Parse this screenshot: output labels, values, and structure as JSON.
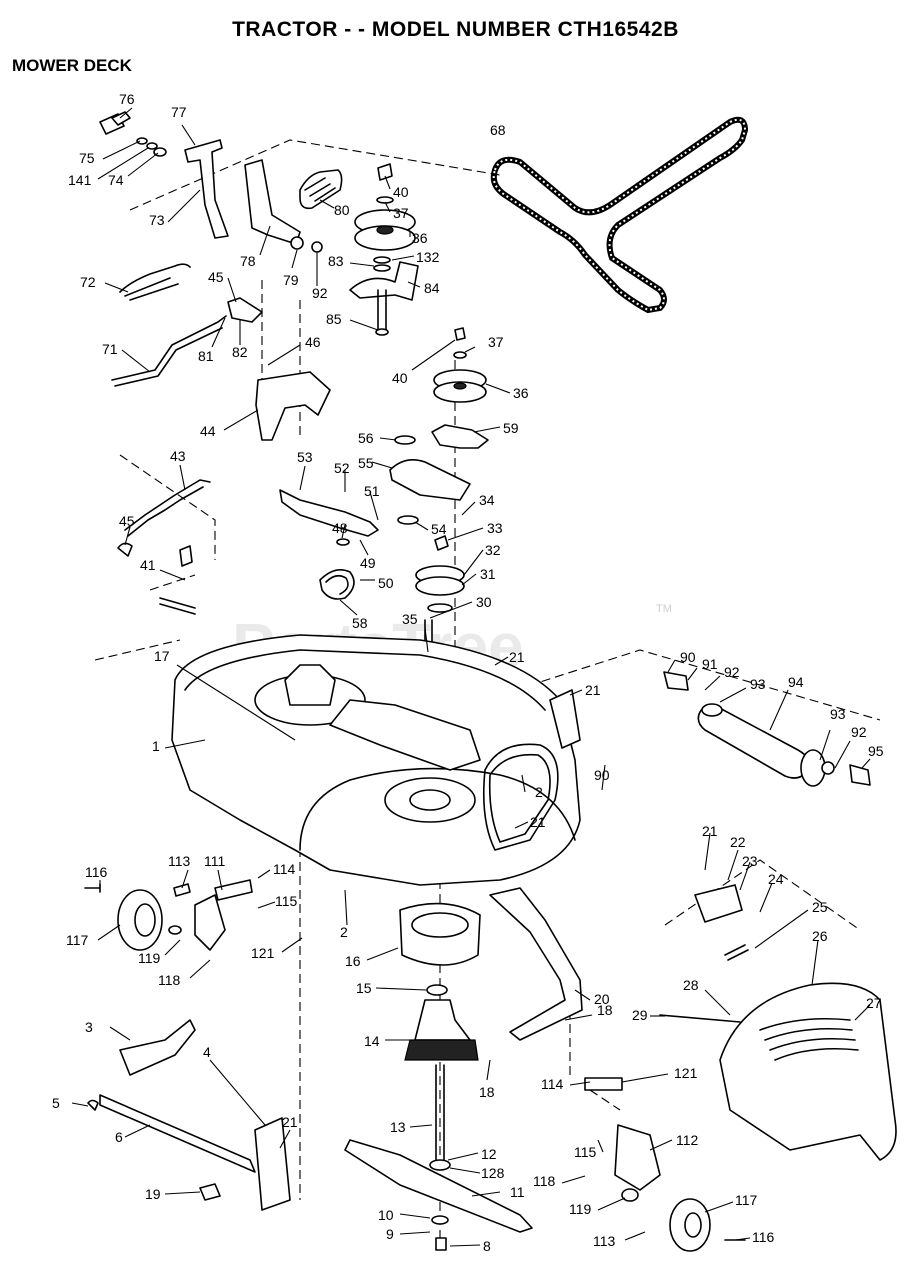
{
  "header": {
    "title": "TRACTOR - - MODEL NUMBER CTH16542B",
    "section": "MOWER DECK"
  },
  "watermark": {
    "text": "PartsTree",
    "trademark": "TM"
  },
  "callouts": {
    "c1": "1",
    "c2": "2",
    "c2b": "2",
    "c3": "3",
    "c4": "4",
    "c5": "5",
    "c6": "6",
    "c8": "8",
    "c9": "9",
    "c10": "10",
    "c11": "11",
    "c12": "12",
    "c13": "13",
    "c14": "14",
    "c15": "15",
    "c16": "16",
    "c17": "17",
    "c18": "18",
    "c18b": "18",
    "c19": "19",
    "c20": "20",
    "c21a": "21",
    "c21b": "21",
    "c21c": "21",
    "c21d": "21",
    "c21e": "21",
    "c22": "22",
    "c23": "23",
    "c24": "24",
    "c25": "25",
    "c26": "26",
    "c27": "27",
    "c28": "28",
    "c29": "29",
    "c30": "30",
    "c31": "31",
    "c32": "32",
    "c33": "33",
    "c34": "34",
    "c35": "35",
    "c36": "36",
    "c36b": "36",
    "c37": "37",
    "c37b": "37",
    "c40": "40",
    "c40b": "40",
    "c41": "41",
    "c43": "43",
    "c44": "44",
    "c45": "45",
    "c45b": "45",
    "c46": "46",
    "c48": "48",
    "c49": "49",
    "c50": "50",
    "c51": "51",
    "c52": "52",
    "c53": "53",
    "c54": "54",
    "c55": "55",
    "c56": "56",
    "c58": "58",
    "c59": "59",
    "c68": "68",
    "c71": "71",
    "c72": "72",
    "c73": "73",
    "c74": "74",
    "c75": "75",
    "c76": "76",
    "c77": "77",
    "c78": "78",
    "c79": "79",
    "c80": "80",
    "c81": "81",
    "c82": "82",
    "c83": "83",
    "c84": "84",
    "c85": "85",
    "c90": "90",
    "c90b": "90",
    "c91": "91",
    "c92": "92",
    "c92b": "92",
    "c92c": "92",
    "c93": "93",
    "c93b": "93",
    "c94": "94",
    "c95": "95",
    "c111": "111",
    "c112": "112",
    "c113": "113",
    "c113b": "113",
    "c114": "114",
    "c114b": "114",
    "c115": "115",
    "c115b": "115",
    "c116": "116",
    "c116b": "116",
    "c117": "117",
    "c117b": "117",
    "c118": "118",
    "c118b": "118",
    "c119": "119",
    "c119b": "119",
    "c121": "121",
    "c121b": "121",
    "c128": "128",
    "c132": "132",
    "c141": "141"
  }
}
